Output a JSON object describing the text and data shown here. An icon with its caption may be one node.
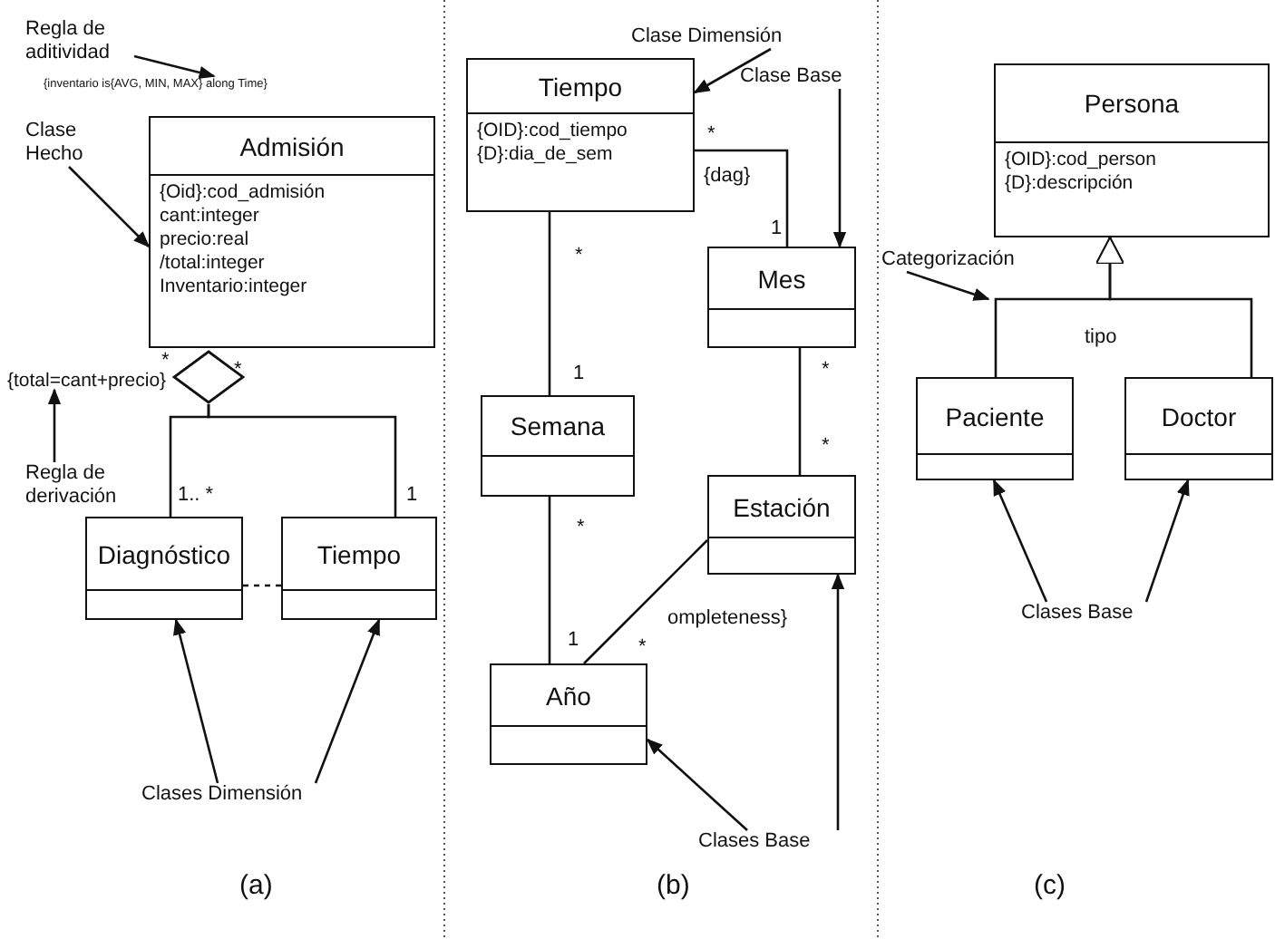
{
  "diagram": {
    "nodes": [
      {
        "text": [
          "Regla de aditividad"
        ]
      },
      {
        "text": [
          "{inventario is{AVG, MIN, MAX} along Time}"
        ]
      },
      {
        "text": [
          "Clase Hecho"
        ]
      },
      {
        "text": [
          "Admisión",
          "{Oid}:cod_admisión",
          "cant:integer",
          "precio:real",
          "/total:integer",
          "Inventario:integer"
        ]
      },
      {
        "text": [],
        "shape": "diamond"
      },
      {
        "text": [
          "{total=cant+precio}"
        ]
      },
      {
        "text": [
          "Regla de derivación"
        ]
      },
      {
        "text": [
          "Diagnóstico"
        ]
      },
      {
        "text": [
          "Tiempo"
        ]
      },
      {
        "text": [
          "Clases Dimensión"
        ]
      },
      {
        "text": [
          "Clase Dimensión"
        ]
      },
      {
        "text": [
          "Tiempo",
          "{OID}:cod_tiempo",
          "{D}:dia_de_sem"
        ]
      },
      {
        "text": [
          "Clase Base"
        ]
      },
      {
        "text": [
          "Mes"
        ]
      },
      {
        "text": [
          "Semana"
        ]
      },
      {
        "text": [
          "Estación"
        ]
      },
      {
        "text": [
          "Año"
        ]
      },
      {
        "text": [
          "Clases Base"
        ]
      },
      {
        "text": [
          "Persona",
          "{OID}:cod_person",
          "{D}:descripción"
        ]
      },
      {
        "text": [
          "Categorización"
        ]
      },
      {
        "text": [
          "Paciente"
        ]
      },
      {
        "text": [
          "Doctor"
        ]
      },
      {
        "text": [
          "Clases Base"
        ]
      }
    ],
    "edges": [
      {
        "from": 0,
        "to": 1,
        "arrow": "to"
      },
      {
        "from": 2,
        "to": 3,
        "arrow": "to"
      },
      {
        "from": 4,
        "to": 7,
        "arrow": "none"
      },
      {
        "from": 4,
        "to": 8,
        "arrow": "none"
      },
      {
        "from": 7,
        "to": 8,
        "arrow": "none",
        "style": "dashed"
      },
      {
        "from": 6,
        "to": 5,
        "arrow": "to"
      },
      {
        "from": 9,
        "to": 7,
        "arrow": "to"
      },
      {
        "from": 9,
        "to": 8,
        "arrow": "to"
      },
      {
        "from": 10,
        "to": 11,
        "arrow": "to"
      },
      {
        "from": 12,
        "to": 13,
        "arrow": "to"
      },
      {
        "from": 11,
        "to": 13,
        "arrow": "none"
      },
      {
        "from": 11,
        "to": 14,
        "arrow": "none"
      },
      {
        "from": 14,
        "to": 16,
        "arrow": "none"
      },
      {
        "from": 13,
        "to": 15,
        "arrow": "none"
      },
      {
        "from": 15,
        "to": 16,
        "arrow": "none"
      },
      {
        "from": 17,
        "to": 16,
        "arrow": "to"
      },
      {
        "from": 17,
        "to": 15,
        "arrow": "to"
      },
      {
        "from": 19,
        "to": null,
        "arrow": "to"
      },
      {
        "from": 20,
        "to": 18,
        "arrow": "to"
      },
      {
        "from": 21,
        "to": 18,
        "arrow": "to"
      },
      {
        "from": 22,
        "to": 20,
        "arrow": "to"
      },
      {
        "from": 22,
        "to": 21,
        "arrow": "to"
      }
    ],
    "labels": [
      "*",
      "*",
      "1.. *",
      "1",
      "(a)",
      "*",
      "{dag}",
      "1",
      "*",
      "1",
      "*",
      "*",
      "*",
      "ompleteness}",
      "1",
      "*",
      "(b)",
      "tipo",
      "(c)"
    ]
  }
}
